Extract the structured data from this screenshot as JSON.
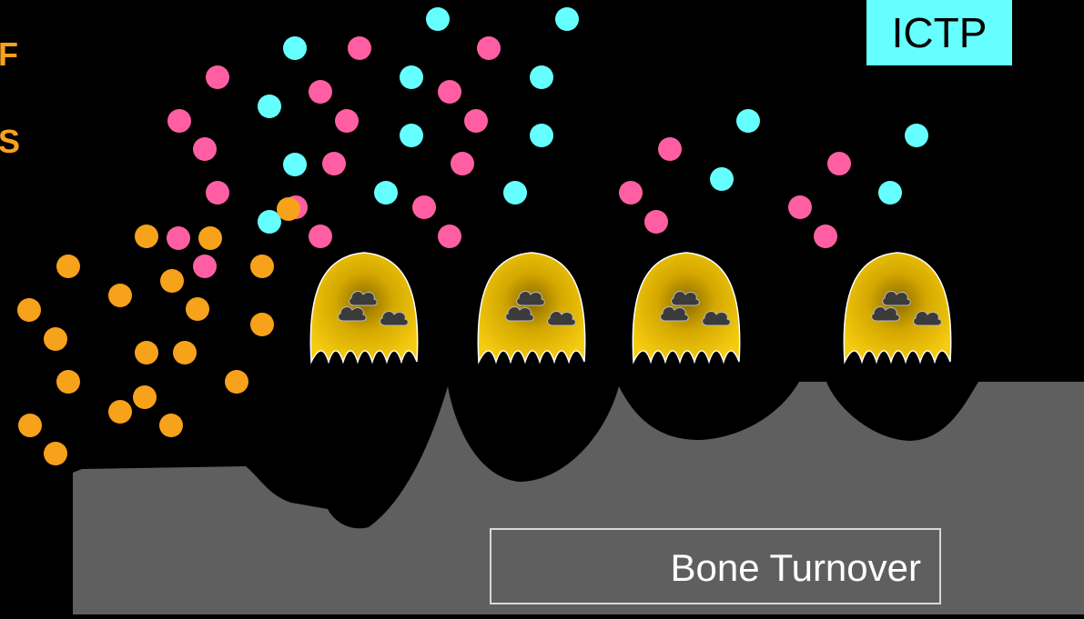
{
  "side_labels": [
    "F",
    "S"
  ],
  "marker_label": "ICTP",
  "caption": "Bone Turnover",
  "colors": {
    "background": "#000000",
    "bone": "#5f5f5f",
    "osteoclast": "#f2c200",
    "orange_particle": "#f7a21b",
    "pink_particle": "#ff5fa2",
    "cyan_particle": "#66ffff",
    "marker_box": "#66ffff"
  }
}
